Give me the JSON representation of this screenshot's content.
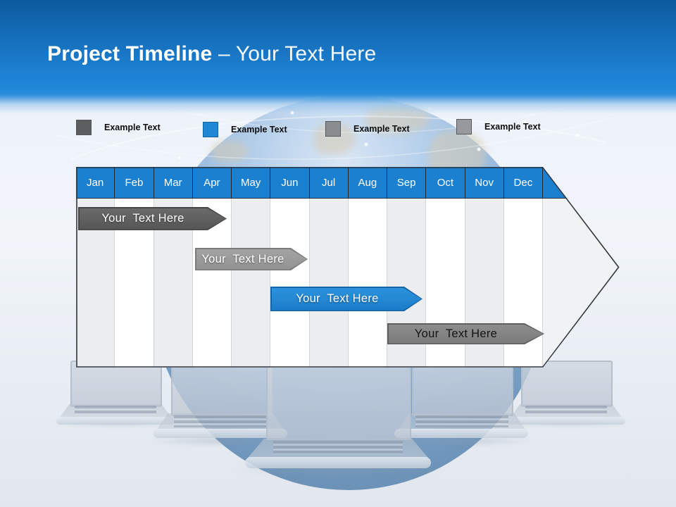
{
  "slide": {
    "title": {
      "bold": "Project Timeline",
      "separator": " – ",
      "rest": "Your Text Here"
    },
    "colors": {
      "header_gradient_top": "#0d5a9e",
      "header_gradient_bottom": "#1f86d8",
      "month_header_blue": "#1b80cf",
      "column_stripe_gray": "#ebedef",
      "arrow_body_fill": "#f0f2f4",
      "outline": "#30363d"
    }
  },
  "legend": {
    "items": [
      {
        "label": "Example Text",
        "swatch_color": "#5b5d5f"
      },
      {
        "label": "Example Text",
        "swatch_color": "#1f87d4"
      },
      {
        "label": "Example Text",
        "swatch_color": "#8b8e91"
      },
      {
        "label": "Example Text",
        "swatch_color": "#97999c"
      }
    ]
  },
  "timeline": {
    "months": [
      "Jan",
      "Feb",
      "Mar",
      "Apr",
      "May",
      "Jun",
      "Jul",
      "Aug",
      "Sep",
      "Oct",
      "Nov",
      "Dec"
    ],
    "bars": [
      {
        "label": "Your  Text Here",
        "color": "#5e5e5e",
        "text_color": "#ffffff",
        "span_months": [
          "Jan",
          "Apr"
        ],
        "row": 1
      },
      {
        "label": "Your  Text Here",
        "color": "#989898",
        "text_color": "#ffffff",
        "span_months": [
          "Apr",
          "Jun"
        ],
        "row": 2
      },
      {
        "label": "Your  Text Here",
        "color": "#1e86d4",
        "text_color": "#ffffff",
        "span_months": [
          "May",
          "Sep"
        ],
        "row": 3
      },
      {
        "label": "Your  Text Here",
        "color": "#828282",
        "text_color": "#131313",
        "span_months": [
          "Sep",
          "Dec"
        ],
        "row": 4
      }
    ]
  }
}
